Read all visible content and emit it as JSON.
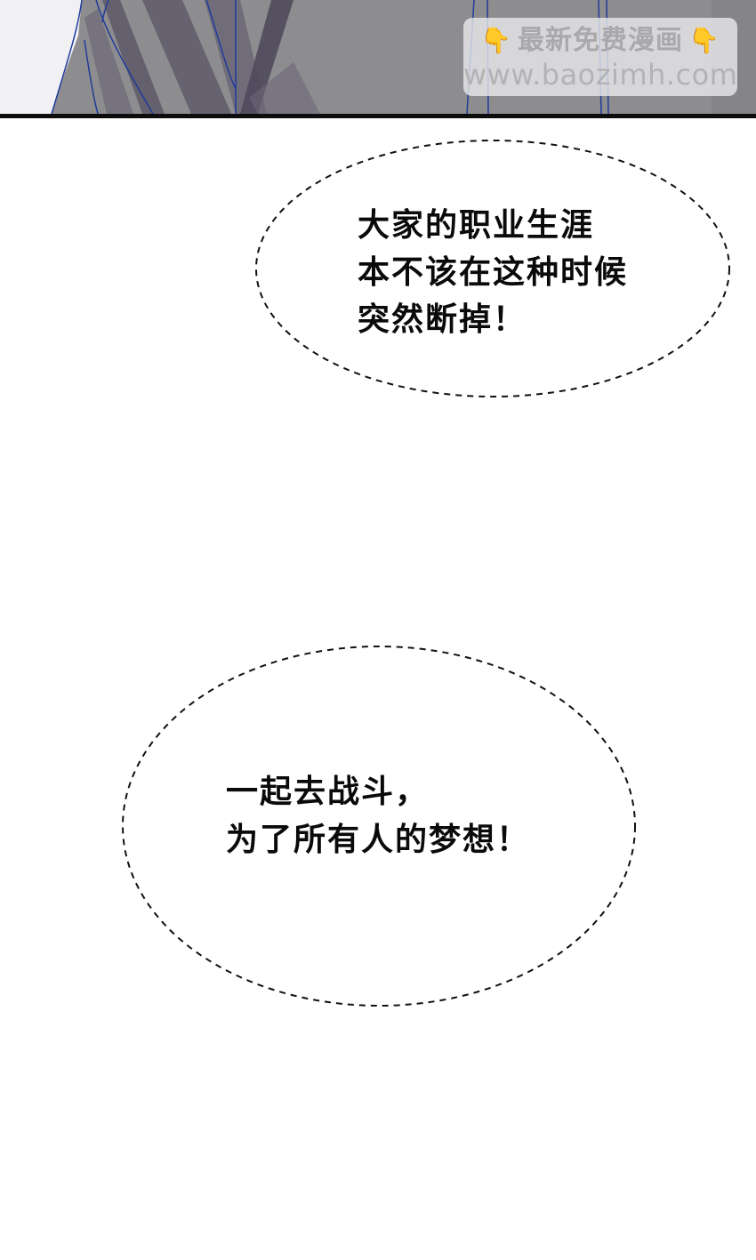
{
  "page": {
    "type": "comic-page",
    "background_color": "#ffffff"
  },
  "top_panel": {
    "background_color": "#8d8c8e",
    "border_color": "#0d0d0d",
    "line_color": "#1f3c9a",
    "shadow_color": "#5a5566"
  },
  "watermark": {
    "title": "最新免费漫画",
    "url": "www.baozimh.com",
    "left_icon": "pointing-down-hand-icon",
    "right_icon": "pointing-down-hand-icon",
    "icon_glyph": "👇"
  },
  "bubbles": [
    {
      "style": "dashed-ellipse",
      "lines": [
        "大家的职业生涯",
        "本不该在这种时候",
        "突然断掉！"
      ]
    },
    {
      "style": "dashed-ellipse",
      "lines": [
        "一起去战斗，",
        "为了所有人的梦想！"
      ]
    }
  ]
}
